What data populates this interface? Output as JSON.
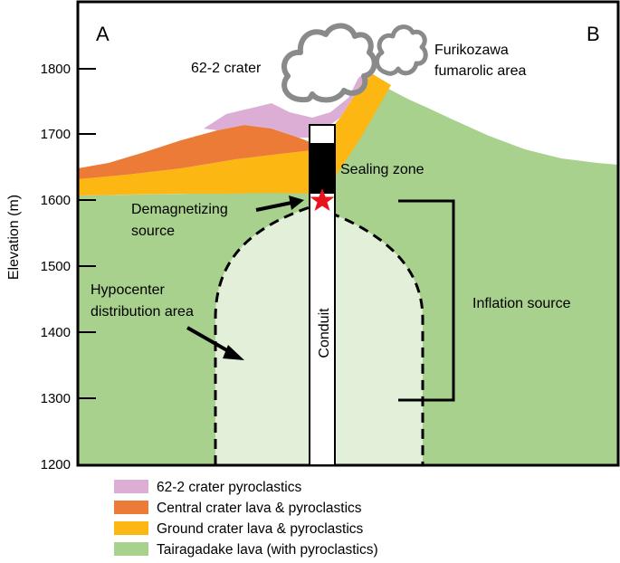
{
  "panel": {
    "corner_left": "A",
    "corner_right": "B"
  },
  "y_axis": {
    "label": "Elevation (m)",
    "ticks": [
      "1800",
      "1700",
      "1600",
      "1500",
      "1400",
      "1300",
      "1200"
    ]
  },
  "annotations": {
    "crater": "62-2 crater",
    "fumarolic_line1": "Furikozawa",
    "fumarolic_line2": "fumarolic area",
    "sealing_zone": "Sealing zone",
    "demagnetizing_line1": "Demagnetizing",
    "demagnetizing_line2": "source",
    "hypocenter_line1": "Hypocenter",
    "hypocenter_line2": "distribution area",
    "inflation_source": "Inflation source",
    "conduit": "Conduit"
  },
  "legend": [
    {
      "label": "62-2 crater pyroclastics",
      "color": "#dcaed6"
    },
    {
      "label": "Central crater lava & pyroclastics",
      "color": "#ec7b37"
    },
    {
      "label": "Ground crater lava & pyroclastics",
      "color": "#fdb713"
    },
    {
      "label": "Tairagadake lava (with pyroclastics)",
      "color": "#a7d18d"
    }
  ],
  "colors": {
    "tairagadake": "#a7d18d",
    "hypocenter_fill": "#e2efd9",
    "demagnetizing_star": "#e8131d",
    "sealing_zone": "#000000"
  }
}
